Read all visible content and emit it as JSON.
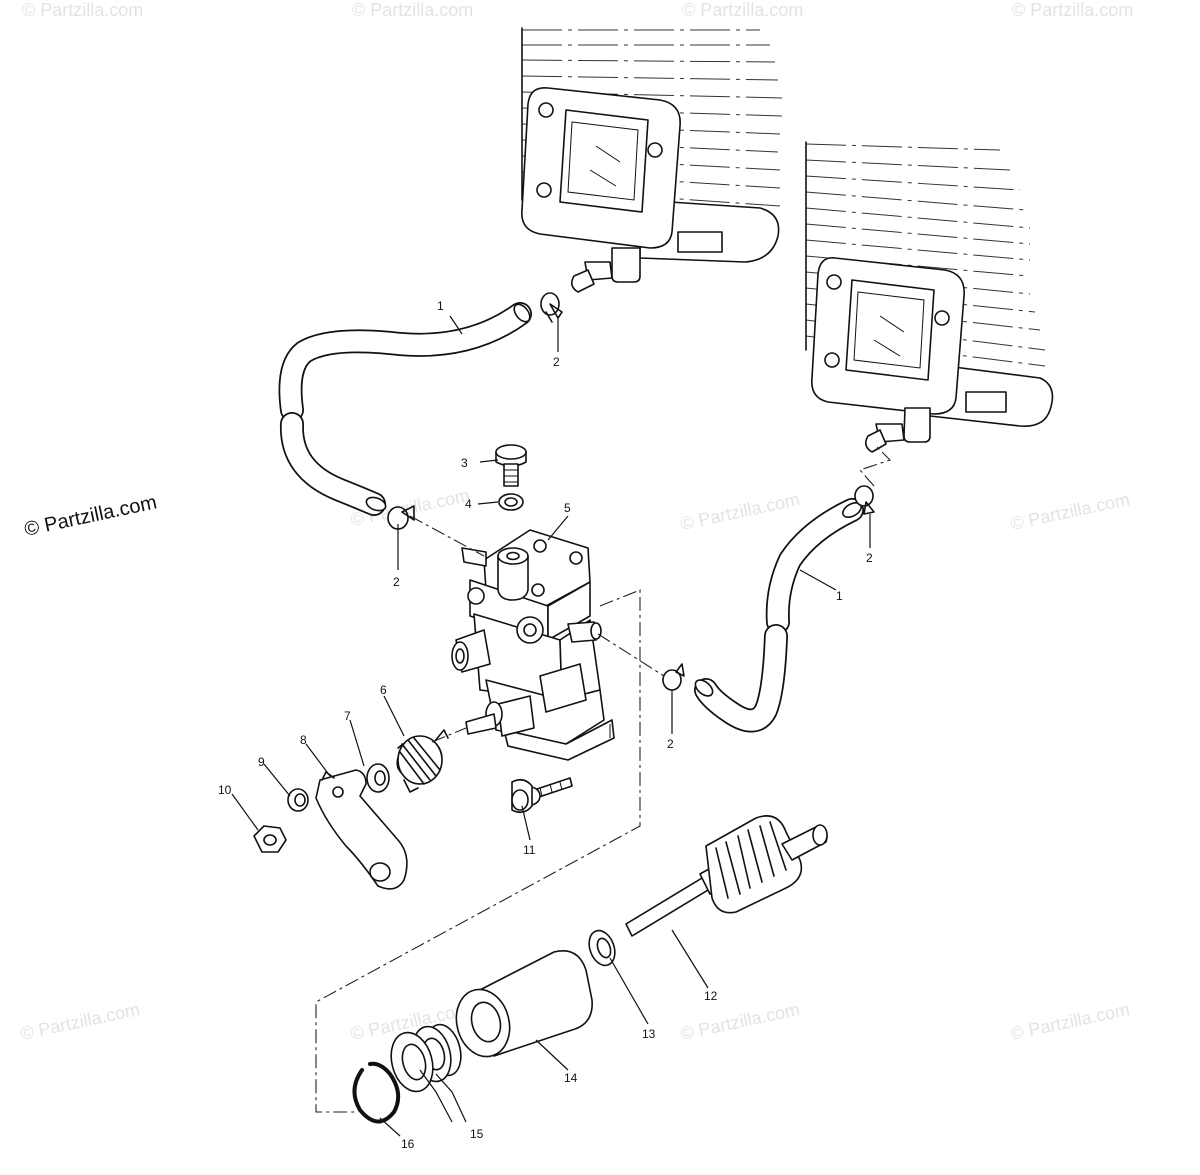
{
  "credit": "© Partzilla.com",
  "watermark": "© Partzilla.com",
  "callouts": {
    "c1a": "1",
    "c1b": "1",
    "c2a": "2",
    "c2b": "2",
    "c2c": "2",
    "c2d": "2",
    "c3": "3",
    "c4": "4",
    "c5": "5",
    "c6": "6",
    "c7": "7",
    "c8": "8",
    "c9": "9",
    "c10": "10",
    "c11": "11",
    "c12": "12",
    "c13": "13",
    "c14": "14",
    "c15": "15",
    "c16": "16"
  }
}
